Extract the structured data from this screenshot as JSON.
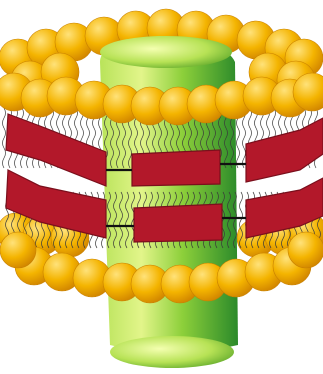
{
  "diagram": {
    "colors": {
      "background": "#ffffff",
      "lipid_head_light": "#ffd34d",
      "lipid_head_mid": "#f4b400",
      "lipid_head_dark": "#d98c00",
      "lipid_tail": "#444444",
      "cylinder_light": "#d8f07a",
      "cylinder_mid": "#8ccf3a",
      "cylinder_dark": "#2f8a2a",
      "band": "#b3182a",
      "band_edge": "#7a0f1c",
      "link": "#111111"
    },
    "components": [
      {
        "name": "lipid-head-sphere",
        "count_rows": 6
      },
      {
        "name": "lipid-tails"
      },
      {
        "name": "central-cylinder"
      },
      {
        "name": "red-band",
        "count": 6
      },
      {
        "name": "black-link",
        "count": 4
      }
    ]
  }
}
